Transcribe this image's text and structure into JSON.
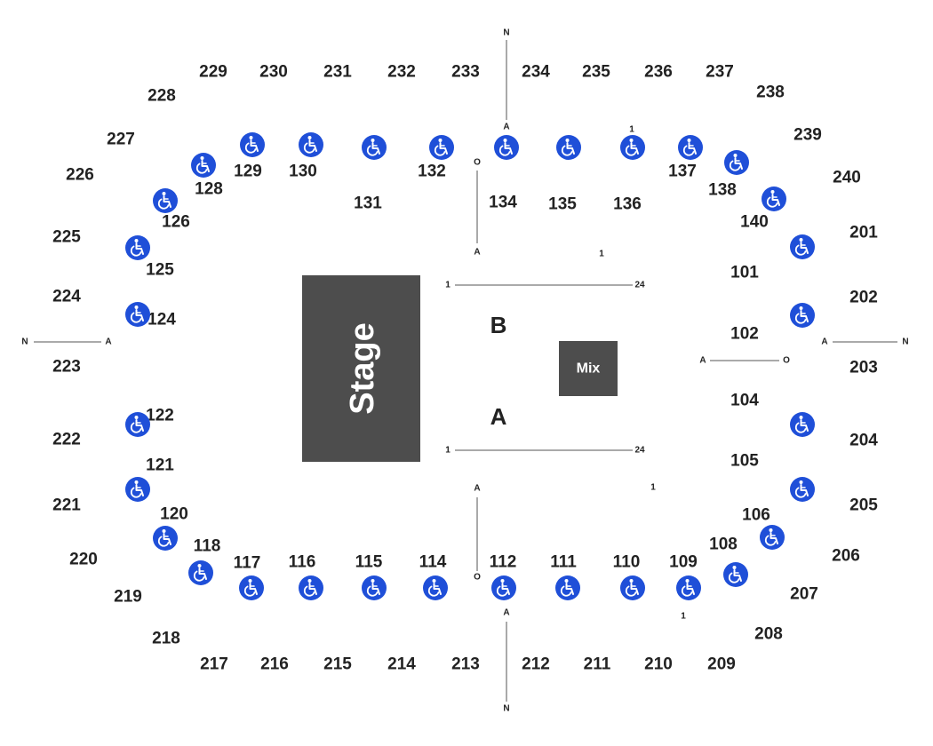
{
  "colors": {
    "accessible": "#1f4fd8",
    "block": "#4d4d4d",
    "text": "#222222"
  },
  "icons": {
    "accessible": "wheelchair-icon"
  },
  "stage_label": "Stage",
  "mix_label": "Mix",
  "floor": {
    "section_b": "B",
    "section_a": "A"
  },
  "upper_sections": [
    "229",
    "230",
    "231",
    "232",
    "233",
    "234",
    "235",
    "236",
    "237",
    "238",
    "239",
    "240",
    "201",
    "202",
    "203",
    "204",
    "205",
    "206",
    "207",
    "208",
    "209",
    "210",
    "211",
    "212",
    "213",
    "214",
    "215",
    "216",
    "217",
    "218",
    "219",
    "220",
    "221",
    "222",
    "223",
    "224",
    "225",
    "226",
    "227",
    "228"
  ],
  "lower_sections": [
    "129",
    "130",
    "131",
    "132",
    "134",
    "135",
    "136",
    "137",
    "138",
    "140",
    "101",
    "102",
    "104",
    "105",
    "106",
    "108",
    "109",
    "110",
    "111",
    "112",
    "114",
    "115",
    "116",
    "117",
    "118",
    "120",
    "121",
    "122",
    "124",
    "125",
    "126",
    "128"
  ],
  "markers": {
    "n": "N",
    "a": "A",
    "o": "O",
    "one": "1",
    "twentyfour": "24"
  }
}
